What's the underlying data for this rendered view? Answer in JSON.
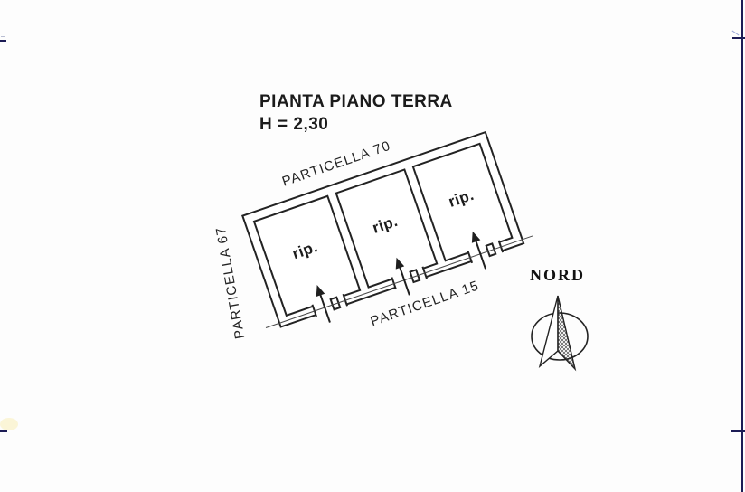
{
  "drawing": {
    "title": "PIANTA PIANO TERRA",
    "height_label": "H = 2,30",
    "parcel_top": "PARTICELLA 70",
    "parcel_left": "PARTICELLA 67",
    "parcel_bottom": "PARTICELLA 15",
    "rooms": [
      {
        "label": "rip."
      },
      {
        "label": "rip."
      },
      {
        "label": "rip."
      }
    ],
    "compass_label": "NORD",
    "colors": {
      "ink": "#232323",
      "thin_line": "#4a4a4a",
      "edge_mark_navy": "#1c1c55",
      "paper": "#fdfdfd"
    }
  }
}
